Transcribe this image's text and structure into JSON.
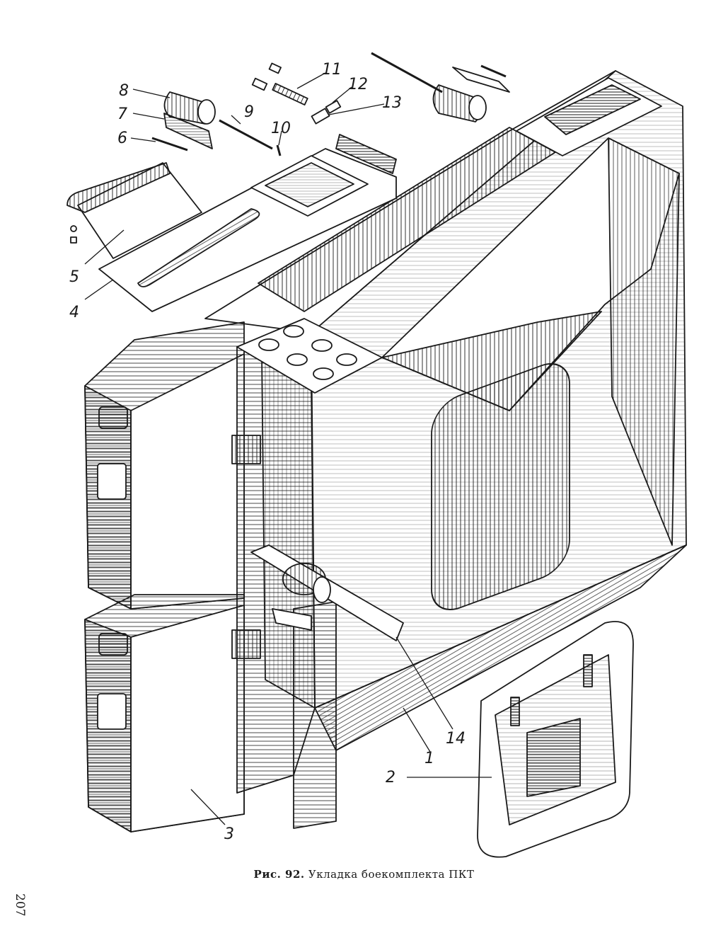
{
  "figure": {
    "caption_number": "Рис. 92.",
    "caption_text": "Укладка боекомплекта ПКТ",
    "callouts": [
      "1",
      "2",
      "3",
      "4",
      "5",
      "6",
      "7",
      "8",
      "9",
      "10",
      "11",
      "12",
      "13",
      "14"
    ]
  },
  "page": {
    "number": "207"
  },
  "colors": {
    "ink": "#1a1a1a",
    "paper": "#ffffff"
  }
}
